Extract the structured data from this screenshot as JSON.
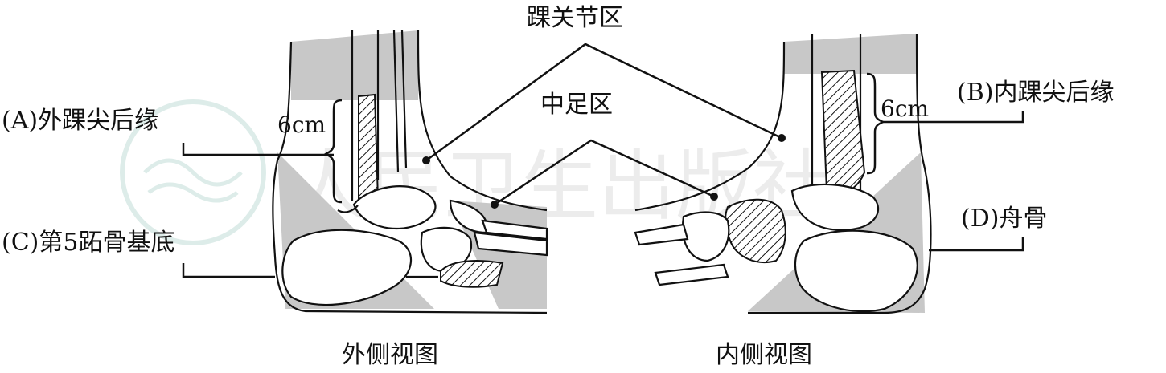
{
  "labels": {
    "ankle_region": "踝关节区",
    "midfoot_region": "中足区",
    "lateral_malleolus": "(A)外踝尖后缘",
    "medial_malleolus": "(B)内踝尖后缘",
    "fifth_metatarsal": "(C)第5跖骨基底",
    "navicular": "(D)舟骨",
    "distance_left": "6cm",
    "distance_right": "6cm",
    "lateral_view": "外侧视图",
    "medial_view": "内侧视图"
  },
  "watermark": "人民卫生出版社",
  "colors": {
    "shade": "#c8c8c8",
    "line": "#111111"
  }
}
